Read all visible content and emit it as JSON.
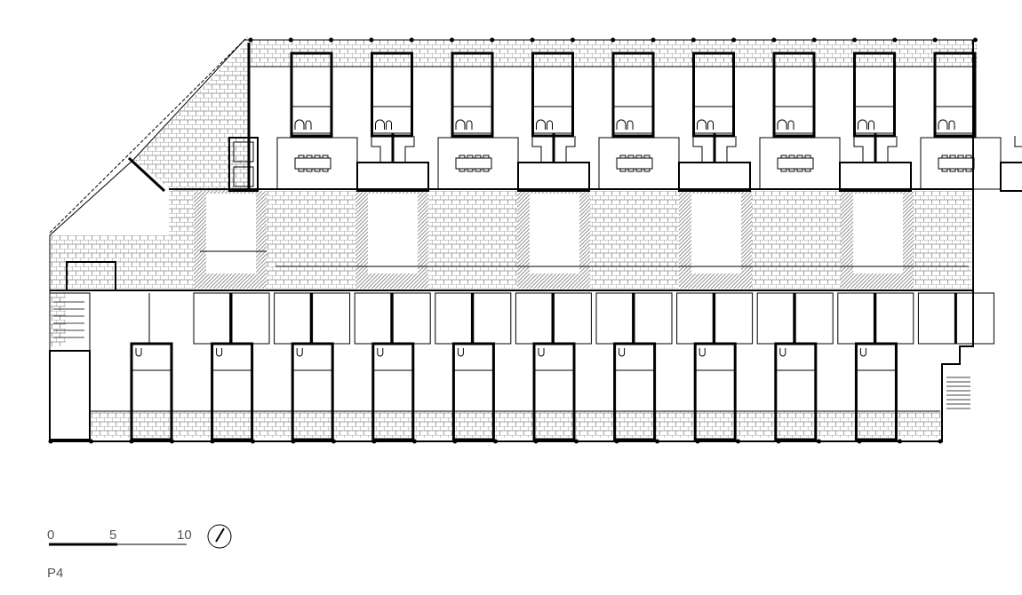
{
  "plan": {
    "level_label": "P4",
    "scale_labels": [
      "0",
      "5",
      "10"
    ],
    "north_icon": "north-arrow-icon",
    "colors": {
      "ink": "#000000",
      "hatch": "#777777",
      "brick": "#888888"
    }
  }
}
